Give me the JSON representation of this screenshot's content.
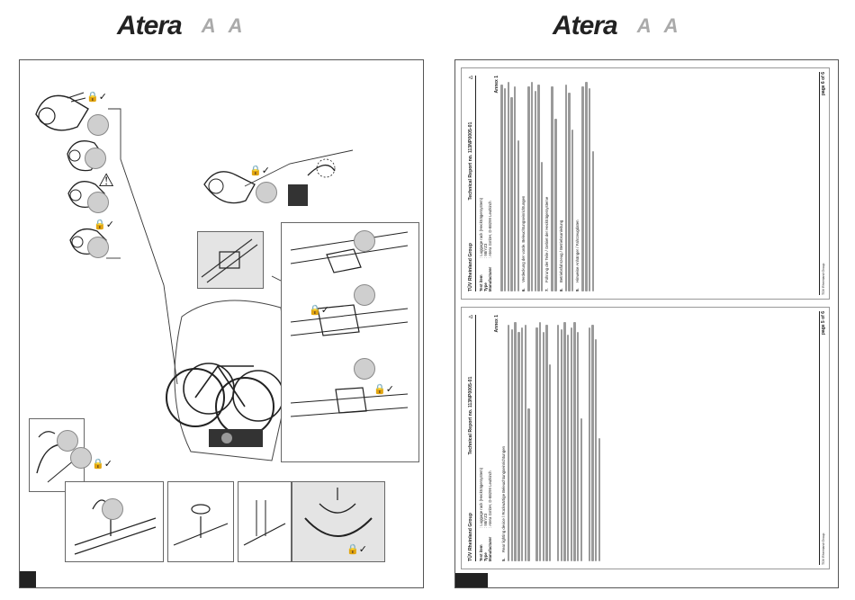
{
  "brand_left": {
    "logo": "Atera",
    "variant_a1": "A",
    "variant_a2": "A"
  },
  "brand_right": {
    "logo": "Atera",
    "variant_a1": "A",
    "variant_a2": "A"
  },
  "colors": {
    "ink": "#222222",
    "panel_grey": "#e4e4e4",
    "step_grey": "#cfcfcf",
    "variant_grey": "#aaaaaa"
  },
  "icons": [
    "lock-check-icon",
    "warning-icon",
    "tuv-logo-icon"
  ],
  "report_left": {
    "org": "TÜV Rheinland Group",
    "title": "Technical Report no. 113NP0005-01",
    "test_item_label": "Test item",
    "test_item_value": ": Luggage rack (Heckträgersystem)",
    "type_label": "Type",
    "type_value": ": 98/YZ3",
    "manufacturer_label": "Manufacturer",
    "manufacturer_value": ": Atera GmbH, D-88299 Leutkirch",
    "annex": "Annex 1",
    "section_num": "5.",
    "section_title": "Rear lighting device / Rückwärtige Beleuchtungseinrichtungen",
    "page": "page 5 of 6"
  },
  "report_right": {
    "org": "TÜV Rheinland Group",
    "title": "Technical Report no. 113NP0005-01",
    "test_item_label": "Test item",
    "test_item_value": ": Luggage rack (Heckträgersystem)",
    "type_label": "Type",
    "type_value": ": 98/YZ3",
    "manufacturer_label": "Manufacturer",
    "manufacturer_value": ": Atera GmbH, D-88299 Leutkirch",
    "annex": "Annex 1",
    "sections": [
      {
        "num": "6.",
        "title": "Verdeckung der vorde. Beleuchtungseinrichtungen"
      },
      {
        "num": "7.",
        "title": "Führung der Teile / Gebiet der Heckträgersysteme"
      },
      {
        "num": "8.",
        "title": "Betriebsfahrzeug / Betriebsanleitung"
      },
      {
        "num": "9.",
        "title": "Hinweise Anhänger / Fahrzeugdaten"
      }
    ],
    "page": "page 6 of 6"
  }
}
